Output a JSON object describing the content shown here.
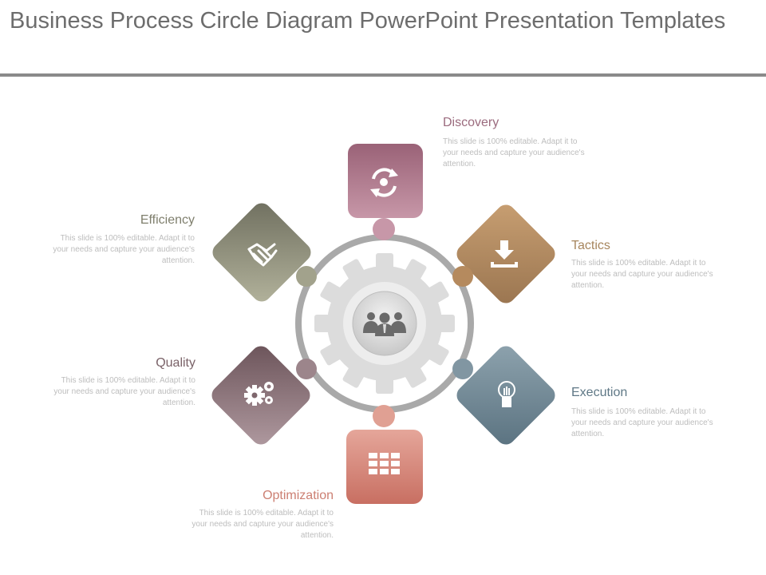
{
  "title": "Business Process Circle Diagram PowerPoint Presentation Templates",
  "steps": {
    "discovery": {
      "label": "Discovery",
      "text": "This slide is 100% editable. Adapt it to your needs and capture your audience's attention.",
      "icon": "refresh-icon",
      "color": "#a56f84"
    },
    "tactics": {
      "label": "Tactics",
      "text": "This slide is 100% editable. Adapt it to your needs and capture your audience's attention.",
      "icon": "download-icon",
      "color": "#b08a5f"
    },
    "execution": {
      "label": "Execution",
      "text": "This slide is 100% editable. Adapt it to your needs and capture your audience's attention.",
      "icon": "lightbulb-icon",
      "color": "#6f8794"
    },
    "optimization": {
      "label": "Optimization",
      "text": "This slide is 100% editable. Adapt it to your needs and capture your audience's attention.",
      "icon": "server-icon",
      "color": "#d3877a"
    },
    "quality": {
      "label": "Quality",
      "text": "This slide is 100% editable. Adapt it to your needs and capture your audience's attention.",
      "icon": "gears-icon",
      "color": "#7e666d"
    },
    "efficiency": {
      "label": "Efficiency",
      "text": "This slide is 100% editable. Adapt it to your needs and capture your audience's attention.",
      "icon": "handshake-icon",
      "color": "#8a8a73"
    }
  },
  "center": {
    "icon": "team-icon"
  }
}
